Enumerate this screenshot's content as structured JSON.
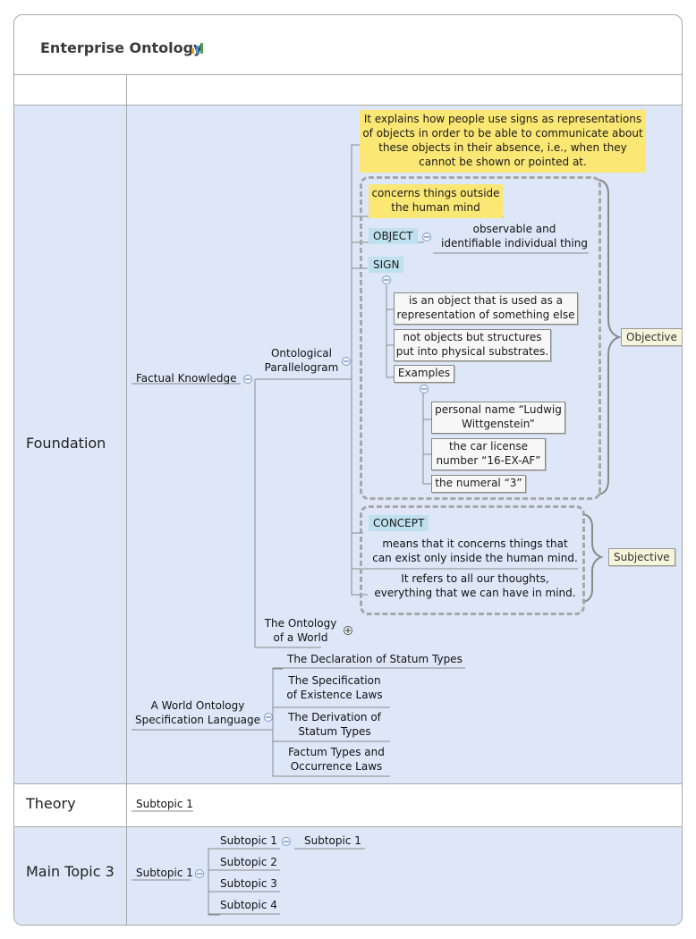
{
  "title": "Enterprise Ontology",
  "colors": {
    "band": "#dde7f8",
    "highlight_yellow": "#fbe774",
    "highlight_blue": "#bfe0ee"
  },
  "rows": {
    "foundation": "Foundation",
    "theory": "Theory",
    "main_topic_3": "Main Topic 3"
  },
  "foundation": {
    "factual_knowledge": "Factual Knowledge",
    "ontological_parallelogram": [
      "Ontological",
      "Parallelogram"
    ],
    "explanation": [
      "It explains how people use signs as representations",
      "of objects in order to be able to communicate about",
      "these objects in their absence, i.e., when they",
      "cannot be shown or pointed at."
    ],
    "outside_mind": [
      "concerns things outside",
      "the human mind"
    ],
    "object_label": "OBJECT",
    "object_desc": [
      "observable and",
      "identifiable individual thing"
    ],
    "sign_label": "SIGN",
    "sign_def": [
      "is an object that is used as a",
      "representation of something else"
    ],
    "sign_structures": [
      "not objects but structures",
      "put into physical substrates."
    ],
    "examples_label": "Examples",
    "example_1": [
      "personal name “Ludwig",
      "Wittgenstein”"
    ],
    "example_2": [
      "the car license",
      "number “16-EX-AF”"
    ],
    "example_3": "the numeral “3”",
    "concept_label": "CONCEPT",
    "concept_desc": [
      "means that it concerns things that",
      "can exist only inside the human mind."
    ],
    "concept_refers": [
      "It refers to all our thoughts,",
      "everything that we can have in mind."
    ],
    "objective": "Objective",
    "subjective": "Subjective",
    "ontology_world": [
      "The Ontology",
      "of a World"
    ],
    "wosl": [
      "A World Ontology",
      "Specification Language"
    ],
    "wosl_1": "The Declaration of Statum Types",
    "wosl_2": [
      "The Specification",
      "of Existence Laws"
    ],
    "wosl_3": [
      "The Derivation of",
      "Statum Types"
    ],
    "wosl_4": [
      "Factum Types and",
      "Occurrence Laws"
    ]
  },
  "theory": {
    "subtopic": "Subtopic 1"
  },
  "main3": {
    "subtopic": "Subtopic 1",
    "children": [
      "Subtopic 1",
      "Subtopic 2",
      "Subtopic 3",
      "Subtopic 4"
    ],
    "grandchild": "Subtopic 1"
  }
}
